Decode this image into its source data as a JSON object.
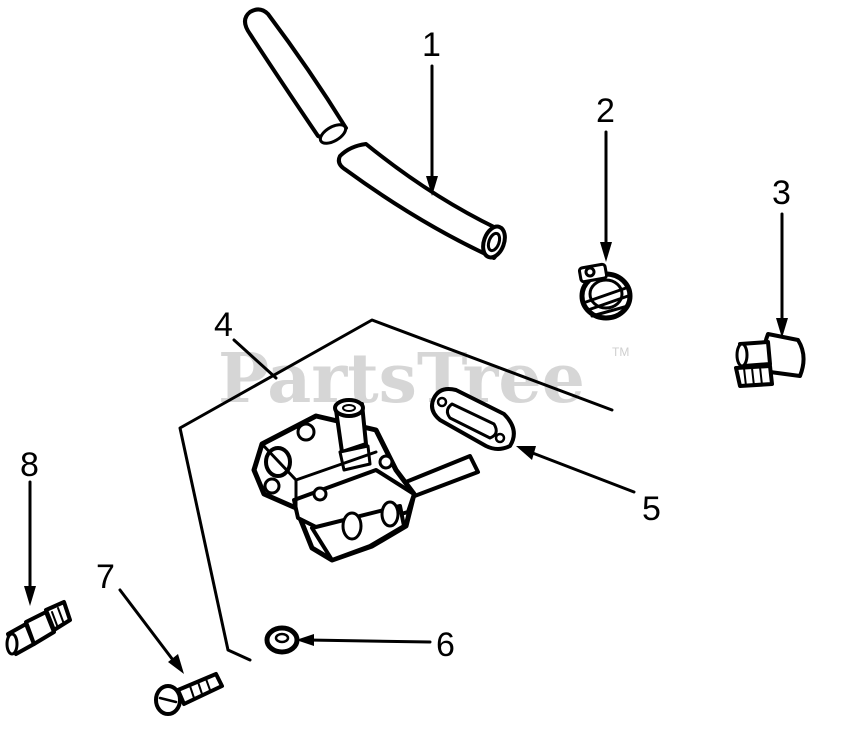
{
  "watermark": {
    "text": "PartsTree",
    "tm": "TM"
  },
  "callouts": [
    "1",
    "2",
    "3",
    "4",
    "5",
    "6",
    "7",
    "8"
  ],
  "colors": {
    "ink": "#000000",
    "watermark": "#cfcfcf",
    "background": "#ffffff"
  }
}
